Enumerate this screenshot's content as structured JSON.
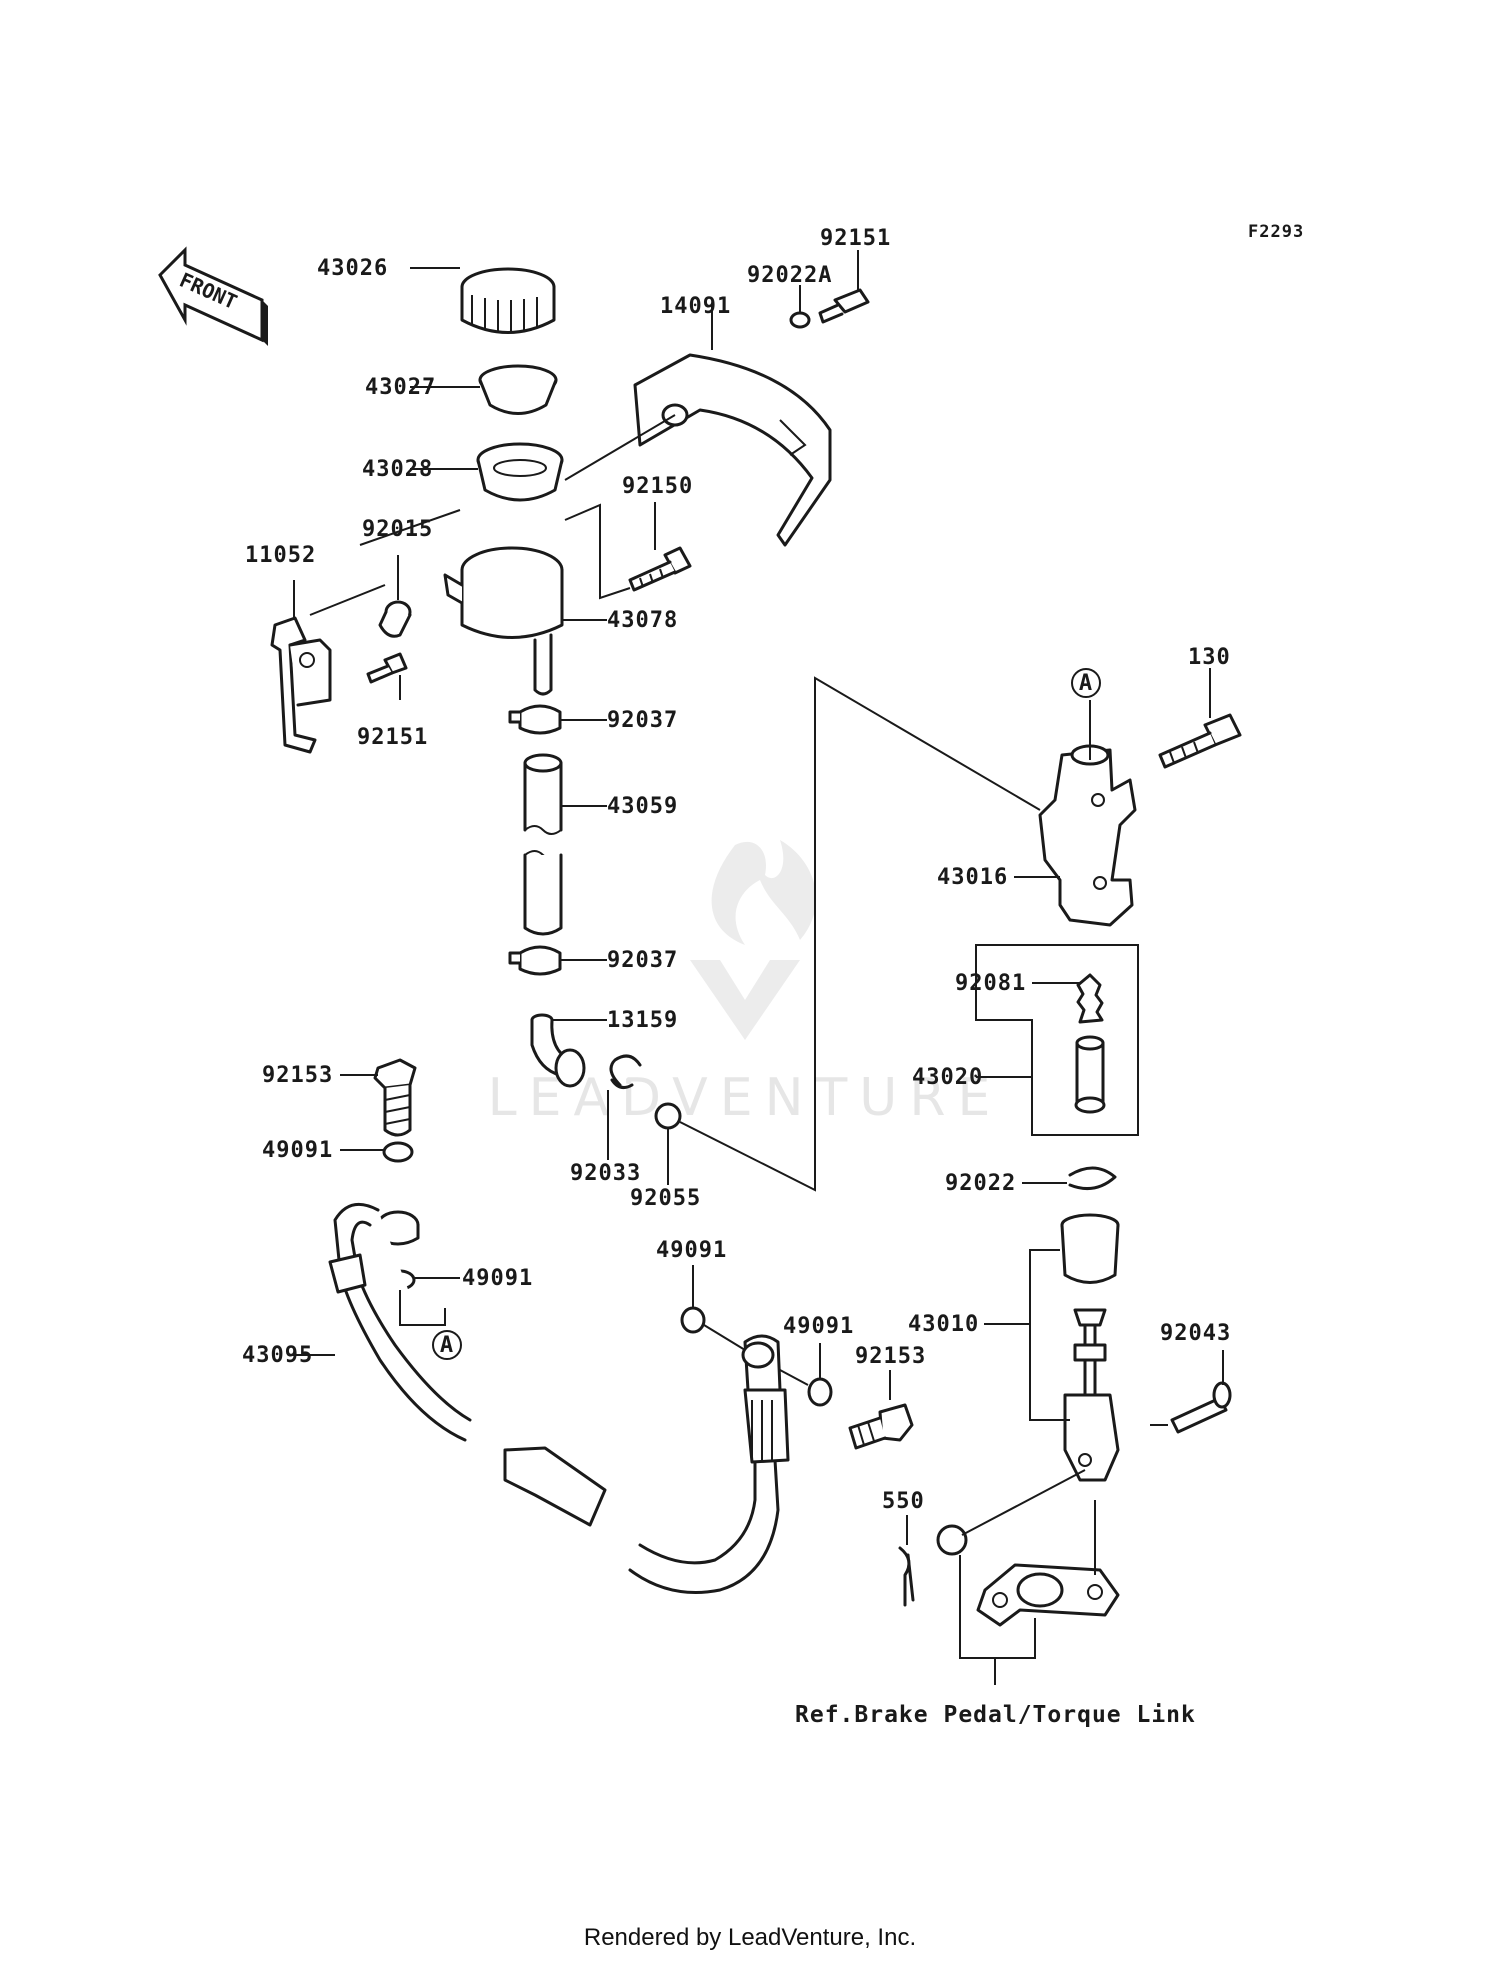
{
  "diagram_code": "F2293",
  "front_label": "FRONT",
  "watermark": "LEADVENTURE",
  "ref_note": "Ref.Brake Pedal/Torque Link",
  "footer": "Rendered by LeadVenture, Inc.",
  "circle_marker": "A",
  "parts": {
    "p43026": "43026",
    "p43027": "43027",
    "p43028": "43028",
    "p14091": "14091",
    "p92022A": "92022A",
    "p92151_top": "92151",
    "p11052": "11052",
    "p92015": "92015",
    "p92150": "92150",
    "p43078": "43078",
    "p92151_left": "92151",
    "p92037_top": "92037",
    "p43059": "43059",
    "p92037_bottom": "92037",
    "p13159": "13159",
    "p92033": "92033",
    "p92055": "92055",
    "p130": "130",
    "p43016": "43016",
    "p92081": "92081",
    "p43020": "43020",
    "p92022": "92022",
    "p43010": "43010",
    "p92043": "92043",
    "p92153_left": "92153",
    "p49091_a": "49091",
    "p49091_b": "49091",
    "p43095": "43095",
    "p49091_c": "49091",
    "p49091_d": "49091",
    "p92153_right": "92153",
    "p550": "550"
  }
}
